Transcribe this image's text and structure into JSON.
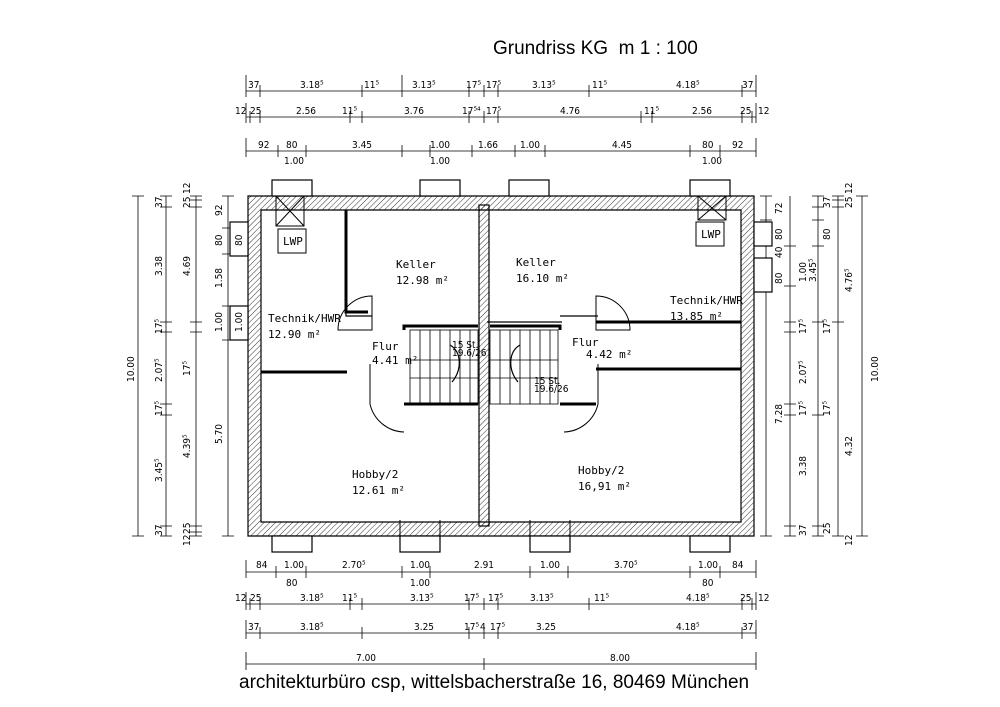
{
  "title": "Grundriss KG  m 1 : 100",
  "footer": "architekturbüro csp, wittelsbacherstraße 16, 80469 München",
  "rooms": {
    "keller_left": {
      "name": "Keller",
      "area": "12.98  m²"
    },
    "keller_right": {
      "name": "Keller",
      "area": "16.10  m²"
    },
    "technik_left": {
      "name": "Technik/HWR",
      "area": "12.90  m²"
    },
    "technik_right": {
      "name": "Technik/HWR",
      "area": "13.85  m²"
    },
    "flur_left": {
      "name": "Flur",
      "area": "4.41  m²"
    },
    "flur_right": {
      "name": "Flur",
      "area": "4.42  m²"
    },
    "hobby_left": {
      "name": "Hobby/2",
      "area": "12.61  m²"
    },
    "hobby_right": {
      "name": "Hobby/2",
      "area": "16,91  m²"
    },
    "lwp": "LWP"
  },
  "dims_top": {
    "row1": [
      "37",
      "3.18⁵",
      "11⁵",
      "3.13⁵",
      "17⁵",
      "17⁵",
      "3.13⁵",
      "11⁵",
      "4.18⁵",
      "37"
    ],
    "row2": [
      "12",
      "25",
      "2.56",
      "11⁵",
      "3.76",
      "17⁵⁴",
      "17⁵",
      "4.76",
      "11⁵",
      "2.56",
      "25",
      "12"
    ],
    "row3": [
      "92",
      "80",
      "3.45",
      "1.00",
      "1.66",
      "1.00",
      "4.45",
      "80",
      "92"
    ],
    "row3_sub": [
      "1.00",
      "1.00",
      "1.00"
    ]
  },
  "dims_bottom": {
    "row1": [
      "84",
      "1.00",
      "2.70⁵",
      "1.00",
      "2.91",
      "1.00",
      "3.70⁵",
      "1.00",
      "84"
    ],
    "row1_sub": [
      "80",
      "1.00",
      "80"
    ],
    "row2": [
      "12",
      "25",
      "3.18⁵",
      "11⁵",
      "3.13⁵",
      "17⁵",
      "17⁵",
      "3.13⁵",
      "11⁵",
      "4.18⁵",
      "25",
      "12"
    ],
    "row3": [
      "37",
      "3.18⁵",
      "3.25",
      "17⁵",
      "4",
      "17⁵",
      "3.25",
      "4.18⁵",
      "37"
    ],
    "row4": [
      "7.00",
      "8.00"
    ]
  },
  "dims_left": {
    "outer": [
      "10.00"
    ],
    "col2": [
      "37",
      "3.38",
      "17⁵",
      "2.07⁵",
      "17⁵",
      "3.45⁵",
      "37"
    ],
    "col3": [
      "12",
      "25",
      "4.69",
      "17⁵",
      "4.39⁵",
      "25",
      "12"
    ],
    "col4": [
      "92",
      "80",
      "1.58",
      "1.00",
      "5.70"
    ],
    "col5": [
      "80",
      "1.00"
    ]
  },
  "dims_right": {
    "col1": [
      "72",
      "80",
      "40",
      "80",
      "7.28"
    ],
    "col2": [
      "1.00",
      "3.45⁵",
      "17⁵",
      "2.07⁵",
      "17⁵",
      "3.38",
      "37"
    ],
    "col3": [
      "37",
      "80",
      "17⁵",
      "17⁵",
      "25"
    ],
    "col4": [
      "12",
      "25",
      "4.76⁵",
      "4.32",
      "12"
    ],
    "outer": [
      "10.00"
    ]
  }
}
